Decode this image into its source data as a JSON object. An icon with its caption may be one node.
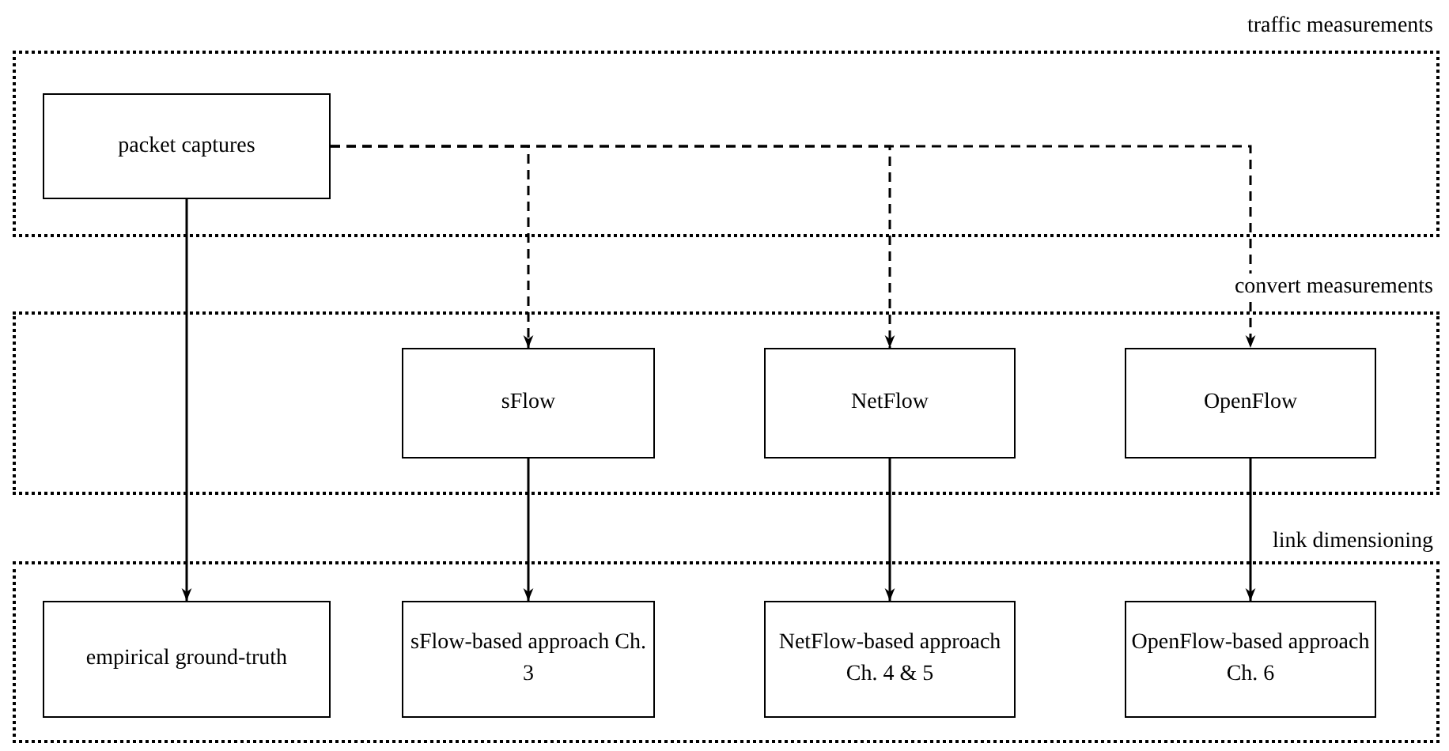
{
  "diagram": {
    "nodes": [
      {
        "text": [
          "traffic measurements"
        ]
      },
      {
        "text": [
          "packet captures"
        ],
        "in": 0
      },
      {
        "text": [
          "convert measurements"
        ]
      },
      {
        "text": [
          "sFlow"
        ],
        "in": 2
      },
      {
        "text": [
          "NetFlow"
        ],
        "in": 2
      },
      {
        "text": [
          "OpenFlow"
        ],
        "in": 2
      },
      {
        "text": [
          "link dimensioning"
        ]
      },
      {
        "text": [
          "empirical ground-truth"
        ],
        "in": 6
      },
      {
        "text": [
          "sFlow-based approach Ch. 3"
        ],
        "in": 6
      },
      {
        "text": [
          "NetFlow-based approach Ch. 4 & 5"
        ],
        "in": 6
      },
      {
        "text": [
          "OpenFlow-based approach Ch. 6"
        ],
        "in": 6
      }
    ],
    "edges": [
      {
        "from": 1,
        "to": 7,
        "arrow": "to"
      },
      {
        "from": 1,
        "to": 3,
        "arrow": "to",
        "style": "dashed"
      },
      {
        "from": 1,
        "to": 4,
        "arrow": "to",
        "style": "dashed"
      },
      {
        "from": 1,
        "to": 5,
        "arrow": "to",
        "style": "dashed"
      },
      {
        "from": 3,
        "to": 8,
        "arrow": "to"
      },
      {
        "from": 4,
        "to": 9,
        "arrow": "to"
      },
      {
        "from": 5,
        "to": 10,
        "arrow": "to"
      }
    ]
  }
}
